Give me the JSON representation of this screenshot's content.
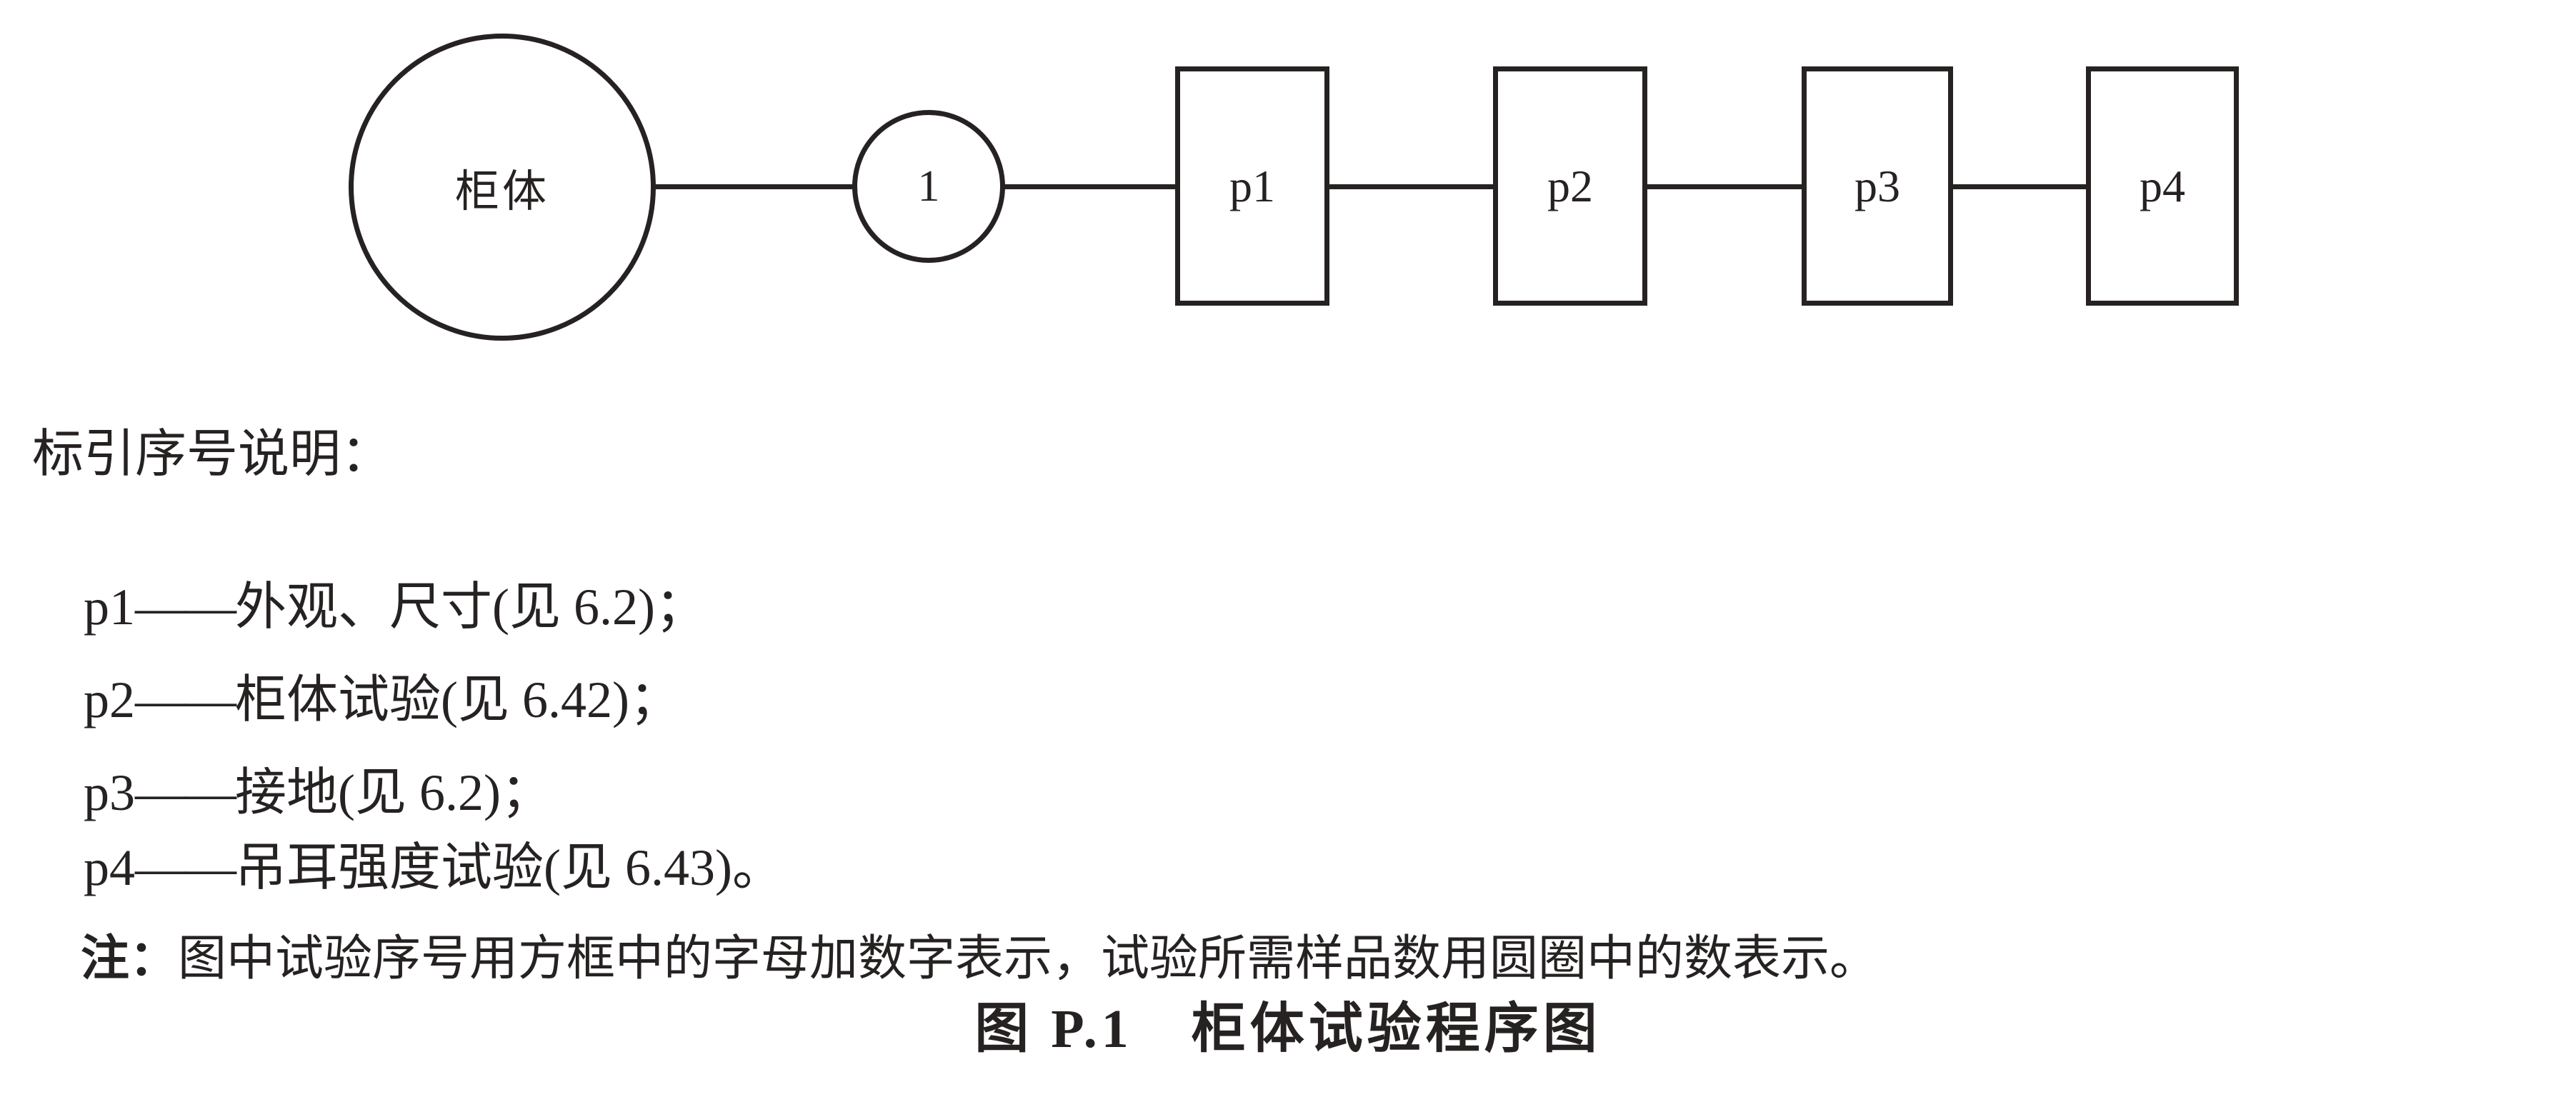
{
  "page": {
    "background": "#ffffff",
    "ink_color": "#262222"
  },
  "diagram": {
    "source_node": {
      "label": "柜体",
      "shape": "circle"
    },
    "count_node": {
      "label": "1",
      "shape": "circle"
    },
    "step_nodes": [
      {
        "label": "p1",
        "shape": "rect"
      },
      {
        "label": "p2",
        "shape": "rect"
      },
      {
        "label": "p3",
        "shape": "rect"
      },
      {
        "label": "p4",
        "shape": "rect"
      }
    ]
  },
  "legend": {
    "heading": "标引序号说明：",
    "items": [
      {
        "id": "p1",
        "dash": "——",
        "desc": "外观、尺寸(见 6.2)；"
      },
      {
        "id": "p2",
        "dash": "——",
        "desc": "柜体试验(见 6.42)；"
      },
      {
        "id": "p3",
        "dash": "——",
        "desc": "接地(见 6.2)；"
      },
      {
        "id": "p4",
        "dash": "——",
        "desc": "吊耳强度试验(见 6.43)。"
      }
    ]
  },
  "note": {
    "label": "注：",
    "text": "图中试验序号用方框中的字母加数字表示，试验所需样品数用圆圈中的数表示。"
  },
  "caption": {
    "text": "图 P.1　柜体试验程序图"
  }
}
